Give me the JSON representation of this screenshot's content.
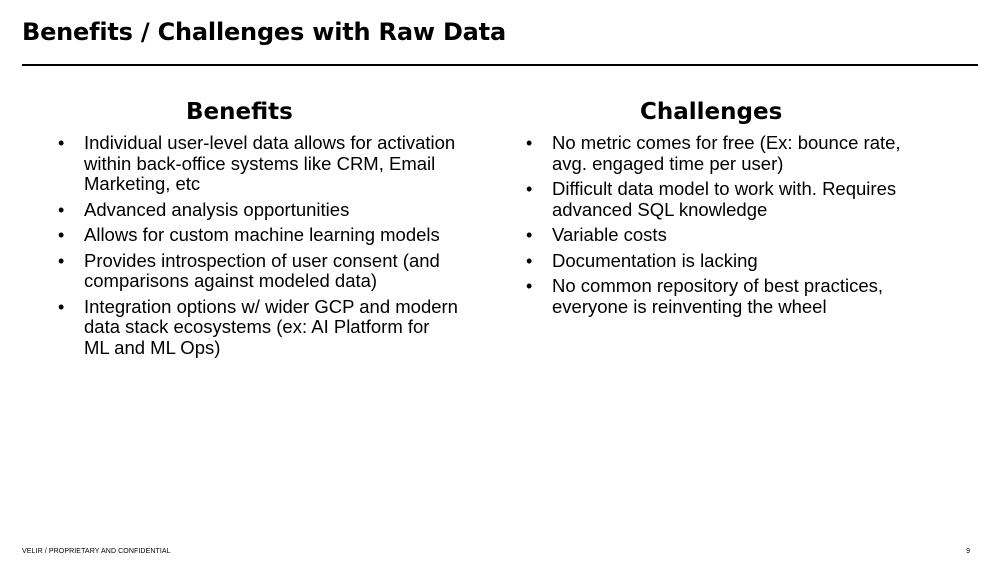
{
  "slide": {
    "title": "Benefits / Challenges with Raw Data"
  },
  "benefits": {
    "heading": "Benefits",
    "items": [
      "Individual user-level data allows for activation within back-office systems like CRM, Email Marketing, etc",
      "Advanced analysis opportunities",
      "Allows for custom machine learning models",
      "Provides introspection of user consent (and comparisons against modeled data)",
      "Integration options w/ wider GCP and modern data stack ecosystems (ex: AI Platform for ML and ML Ops)"
    ]
  },
  "challenges": {
    "heading": "Challenges",
    "items": [
      "No metric comes for free (Ex: bounce rate, avg. engaged time per user)",
      "Difficult data model to work with. Requires advanced SQL knowledge",
      "Variable costs",
      "Documentation is lacking",
      "No common repository of best practices, everyone is reinventing the wheel"
    ]
  },
  "footer": {
    "text": "VELIR / PROPRIETARY AND CONFIDENTIAL",
    "page_number": "9"
  },
  "bullet_glyph": "•"
}
